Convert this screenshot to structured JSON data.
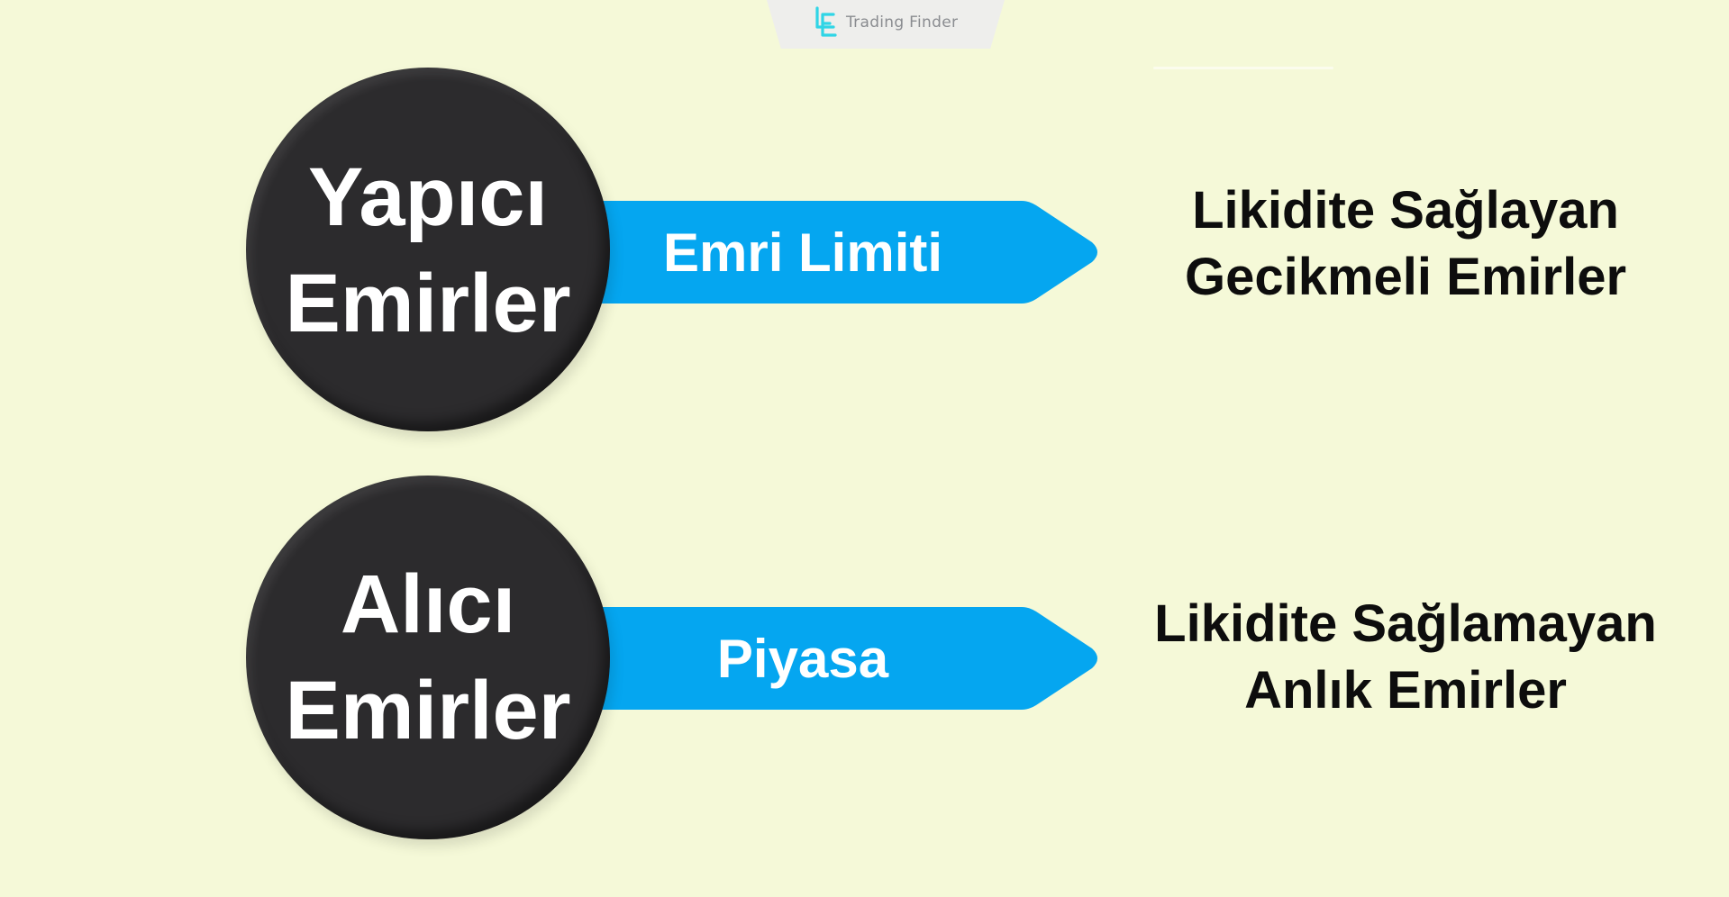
{
  "logo": {
    "text": "Trading Finder",
    "icon": "trading-finder-logo-icon"
  },
  "colors": {
    "background": "#f5f9d8",
    "circle": "#2c2b2d",
    "arrow": "#05a6f0",
    "circle_text": "#ffffff",
    "description_text": "#0d0d0d"
  },
  "rows": [
    {
      "circle": {
        "line1": "Yapıcı",
        "line2": "Emirler"
      },
      "arrow": {
        "label": "Emri Limiti"
      },
      "description": {
        "line1": "Likidite Sağlayan",
        "line2": "Gecikmeli Emirler"
      }
    },
    {
      "circle": {
        "line1": "Alıcı",
        "line2": "Emirler"
      },
      "arrow": {
        "label": "Piyasa"
      },
      "description": {
        "line1": "Likidite Sağlamayan",
        "line2": "Anlık Emirler"
      }
    }
  ]
}
